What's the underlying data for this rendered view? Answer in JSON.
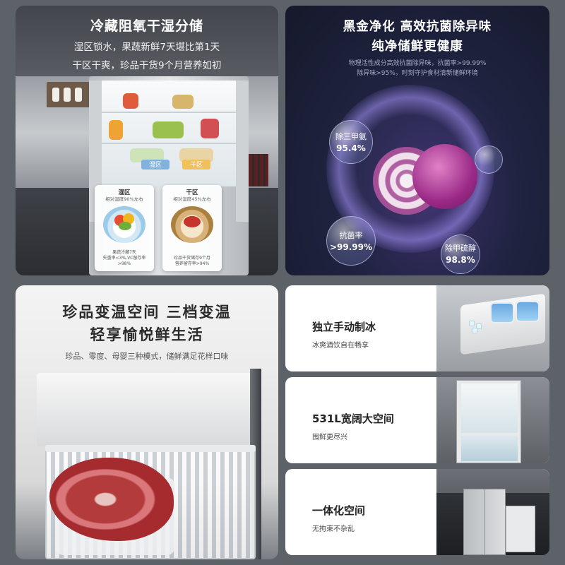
{
  "panel1": {
    "title": "冷藏阻氧干湿分储",
    "line1": "湿区锁水，果蔬新鲜7天堪比第1天",
    "line2": "干区干爽，珍品干货9个月营养如初",
    "wet_tag": "湿区",
    "dry_tag": "干区",
    "wet_card": {
      "title": "湿区",
      "sub": "相对湿度90%左右",
      "bottom1": "果蔬冷藏7天",
      "bottom2": "失重率<3%,VC留存率>98%"
    },
    "dry_card": {
      "title": "干区",
      "sub": "相对湿度45%左右",
      "bottom1": "珍品干货储存9个月",
      "bottom2": "营养留存率>94%"
    }
  },
  "panel2": {
    "title1": "黑金净化  高效抗菌除异味",
    "title2": "纯净储鲜更健康",
    "sub1": "物理活性成分高效抗菌除异味，抗菌率>99.99%",
    "sub2": "除异味>95%，时刻守护食材清新储鲜环境",
    "bubbles": [
      {
        "label": "除三甲氨",
        "value": "95.4%"
      },
      {
        "label": "抗菌率",
        "value": ">99.99%"
      },
      {
        "label": "除甲硫醇",
        "value": "98.8%"
      }
    ]
  },
  "panel3": {
    "title1": "珍品变温空间  三档变温",
    "title2": "轻享愉悦鲜生活",
    "sub": "珍品、零度、母婴三种模式，储鲜满足花样口味"
  },
  "cards": [
    {
      "title": "独立手动制冰",
      "sub": "冰爽酒饮自在畅享"
    },
    {
      "title": "531L宽阔大空间",
      "sub": "囤鲜更尽兴"
    },
    {
      "title": "一体化空间",
      "sub": "无拘束不杂乱"
    }
  ],
  "colors": {
    "accent_blue": "#7fb3dd",
    "dark_panel": "#16192a",
    "page_bg": "#5d6168"
  }
}
